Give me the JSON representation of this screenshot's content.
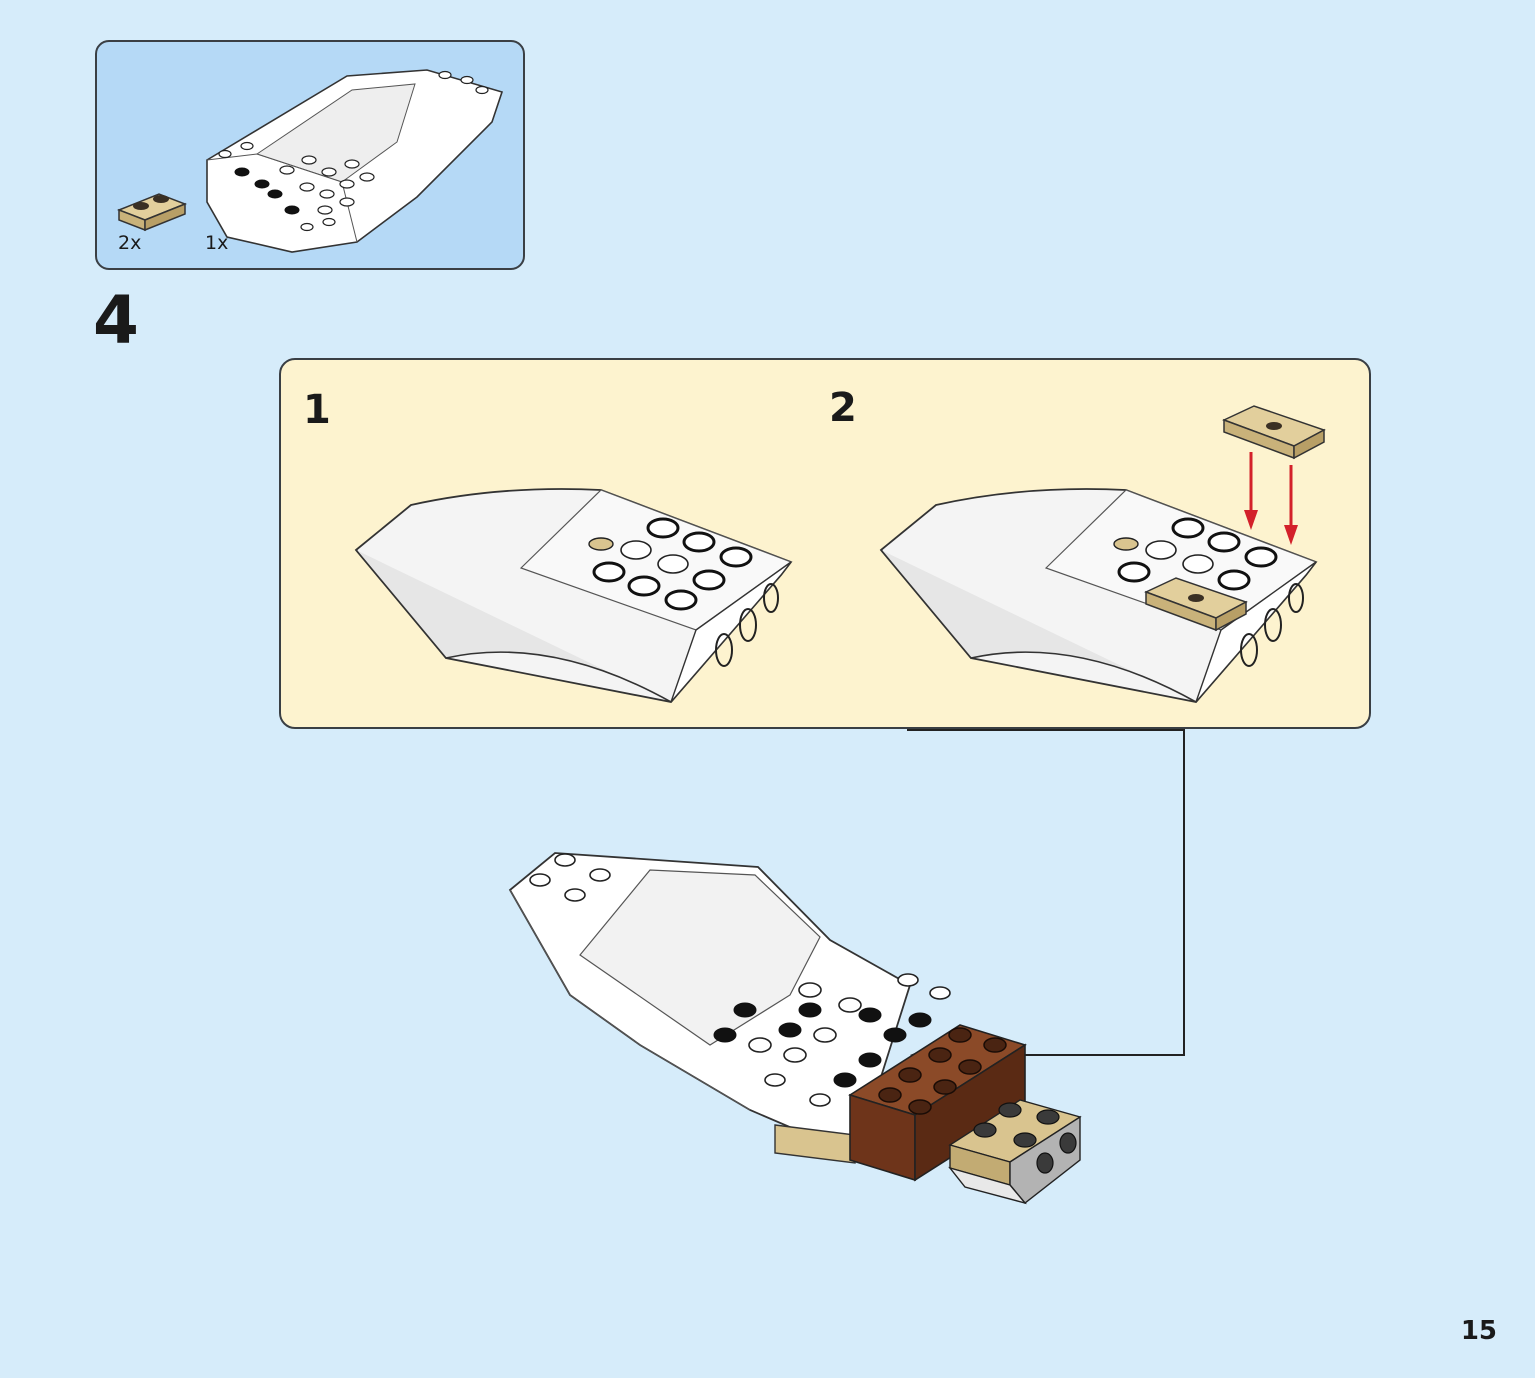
{
  "parts_callout": {
    "items": [
      {
        "quantity": "2x",
        "part": "tan-plate-1x2-icon",
        "color": "#d9c48f"
      },
      {
        "quantity": "1x",
        "part": "white-wedge-hull-icon",
        "color": "#ffffff"
      }
    ]
  },
  "step": {
    "number": "4"
  },
  "substeps": [
    {
      "number": "1"
    },
    {
      "number": "2"
    }
  ],
  "colors": {
    "background": "#d6ecfa",
    "parts_box": "#b5d9f6",
    "substep_box": "#fdf3cf",
    "arrow": "#d3202a",
    "tan": "#d9c48f",
    "brown": "#7a3a1c",
    "gray": "#b3b3b3"
  },
  "page": {
    "number": "15"
  }
}
